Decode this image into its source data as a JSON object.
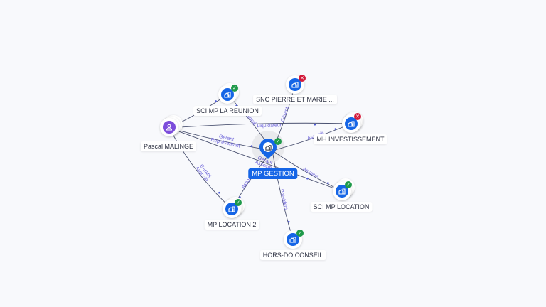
{
  "colors": {
    "company": "#1565e6",
    "person": "#7c4ddb",
    "active": "#1f9a4a",
    "inactive": "#d31a3a",
    "edge": "#4b5271",
    "edge_label": "#6c63d9"
  },
  "center": {
    "id": "mp-gestion",
    "label": "MP GESTION",
    "icon": "building-icon",
    "status": "active"
  },
  "nodes": [
    {
      "id": "pascal-malinge",
      "label": "Pascal MALINGE",
      "type": "person",
      "icon": "person-icon",
      "status": null
    },
    {
      "id": "sci-mp-la-reunion",
      "label": "SCI MP LA REUNION",
      "type": "company",
      "icon": "building-icon",
      "status": "active"
    },
    {
      "id": "snc-pierre-et-marie",
      "label": "SNC PIERRE ET MARIE ...",
      "type": "company",
      "icon": "building-icon",
      "status": "inactive"
    },
    {
      "id": "mh-investissement",
      "label": "MH INVESTISSEMENT",
      "type": "company",
      "icon": "building-icon",
      "status": "inactive"
    },
    {
      "id": "sci-mp-location",
      "label": "SCI MP LOCATION",
      "type": "company",
      "icon": "building-icon",
      "status": "active"
    },
    {
      "id": "hors-do-conseil",
      "label": "HORS-DO CONSEIL",
      "type": "company",
      "icon": "building-icon",
      "status": "active"
    },
    {
      "id": "mp-location-2",
      "label": "MP LOCATION 2",
      "type": "company",
      "icon": "building-icon",
      "status": "active"
    }
  ],
  "edges": [
    {
      "from": "pascal-malinge",
      "to": "mp-gestion",
      "labels": [
        "Gérant",
        "Représentant"
      ]
    },
    {
      "from": "pascal-malinge",
      "to": "sci-mp-la-reunion",
      "labels": [
        "G"
      ]
    },
    {
      "from": "pascal-malinge",
      "to": "mh-investissement",
      "labels": [
        "Liquidateur"
      ]
    },
    {
      "from": "pascal-malinge",
      "to": "mp-location-2",
      "labels": [
        "Gérant",
        "Associé"
      ]
    },
    {
      "from": "mp-gestion",
      "to": "sci-mp-la-reunion",
      "labels": [
        "Associé"
      ]
    },
    {
      "from": "mp-gestion",
      "to": "snc-pierre-et-marie",
      "labels": [
        "Gérant"
      ]
    },
    {
      "from": "mp-gestion",
      "to": "mh-investissement",
      "labels": [
        "Associé"
      ]
    },
    {
      "from": "mp-gestion",
      "to": "sci-mp-location",
      "labels": [
        "Associé"
      ]
    },
    {
      "from": "mp-gestion",
      "to": "hors-do-conseil",
      "labels": [
        "Président"
      ]
    },
    {
      "from": "mp-gestion",
      "to": "mp-location-2",
      "labels": [
        "Associé"
      ]
    },
    {
      "from": "pascal-malinge",
      "to": "sci-mp-location",
      "labels": [
        "Gérant",
        "Associé"
      ]
    }
  ]
}
